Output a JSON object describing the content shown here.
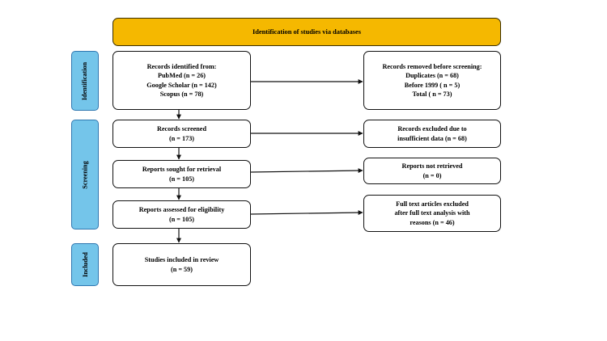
{
  "header": {
    "title": "Identification of studies via databases"
  },
  "phases": {
    "identification": "Identification",
    "screening": "Screening",
    "included": "Included"
  },
  "left": {
    "identified": {
      "lines": [
        "Records identified from:",
        "PubMed (n = 26)",
        "Google Scholar (n = 142)",
        "Scopus (n = 78)"
      ]
    },
    "screened": {
      "lines": [
        "Records screened",
        "(n = 173)"
      ]
    },
    "sought": {
      "lines": [
        "Reports sought for retrieval",
        "(n = 105)"
      ]
    },
    "assessed": {
      "lines": [
        "Reports assessed for eligibility",
        "(n = 105)"
      ]
    },
    "included": {
      "lines": [
        "Studies included in review",
        "(n = 59)"
      ]
    }
  },
  "right": {
    "removed": {
      "lines": [
        "Records removed before screening:",
        "Duplicates (n = 68)",
        "Before 1999 ( n = 5)",
        "Total ( n = 73)"
      ]
    },
    "excluded": {
      "lines": [
        "Records excluded due to",
        "insufficient data (n = 68)"
      ]
    },
    "not_retrieved": {
      "lines": [
        "Reports not retrieved",
        "(n = 0)"
      ]
    },
    "fulltext_excluded": {
      "lines": [
        "Full text articles excluded",
        "after full text analysis with",
        "reasons (n = 46)"
      ]
    }
  }
}
